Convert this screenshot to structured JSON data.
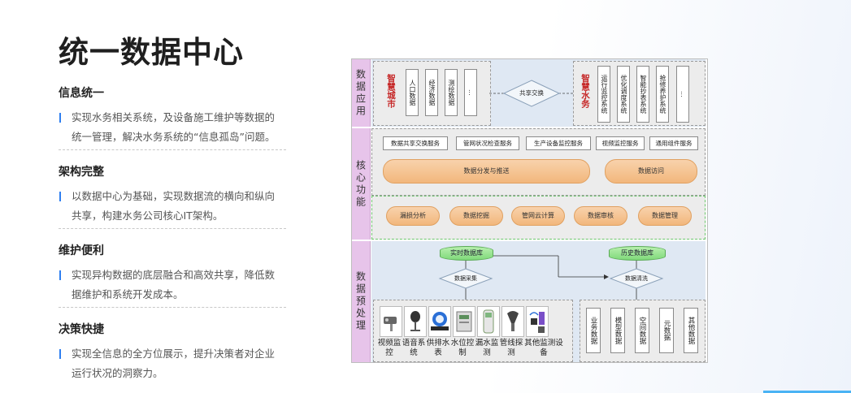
{
  "page": {
    "title": "统一数据中心"
  },
  "features": [
    {
      "heading": "信息统一",
      "lines": [
        "实现水务相关系统，及设备施工维护等数据的",
        "统一管理，解决水务系统的“信息孤岛”问题。"
      ]
    },
    {
      "heading": "架构完整",
      "lines": [
        "以数据中心为基础，实现数据流的横向和纵向",
        "共享，构建水务公司核心IT架构。"
      ]
    },
    {
      "heading": "维护便利",
      "lines": [
        "实现异构数据的底层融合和高效共享，降低数",
        "据维护和系统开发成本。"
      ]
    },
    {
      "heading": "决策快捷",
      "lines": [
        "实现全信息的全方位展示，提升决策者对企业",
        "运行状况的洞察力。"
      ]
    }
  ],
  "diagram": {
    "row_labels": [
      "数据应用",
      "核心功能",
      "数据预处理"
    ],
    "app": {
      "left_group": "智慧城市",
      "left_items": [
        "人口数据",
        "经济数据",
        "测绘数据",
        "..."
      ],
      "exchange": "共享交换",
      "right_group": "智慧水务",
      "right_items": [
        "运行监控系统",
        "优化调度系统",
        "智能抄表系统",
        "抢修养护系统",
        "..."
      ]
    },
    "core": {
      "services": [
        "数据共享交换服务",
        "管网状况检查服务",
        "生产设备监控服务",
        "视频监控服务",
        "通用组件服务"
      ],
      "dist": "数据分发与推送",
      "access": "数据访问",
      "analysis": [
        "漏损分析",
        "数据挖掘",
        "管网云计算",
        "数据审核",
        "数据管理"
      ]
    },
    "pre": {
      "db_realtime": "实时数据库",
      "db_history": "历史数据库",
      "collect": "数据采集",
      "clean": "数据清洗",
      "devices": [
        "视频监控",
        "语音系统",
        "供排水表",
        "水位控制",
        "漏水监测",
        "管线探测",
        "其他监测设备"
      ],
      "data_types": [
        "业务数据",
        "模型数据",
        "空间数据",
        "元数据",
        "其他数据"
      ]
    }
  },
  "colors": {
    "row_label": "#e7c4ea",
    "band_blue": "#dfe8f3",
    "band_grey": "#ececec",
    "pill": "#f2b77c",
    "db_green": "#7fd97a",
    "accent": "#2f7ff0",
    "red_text": "#c62828"
  }
}
